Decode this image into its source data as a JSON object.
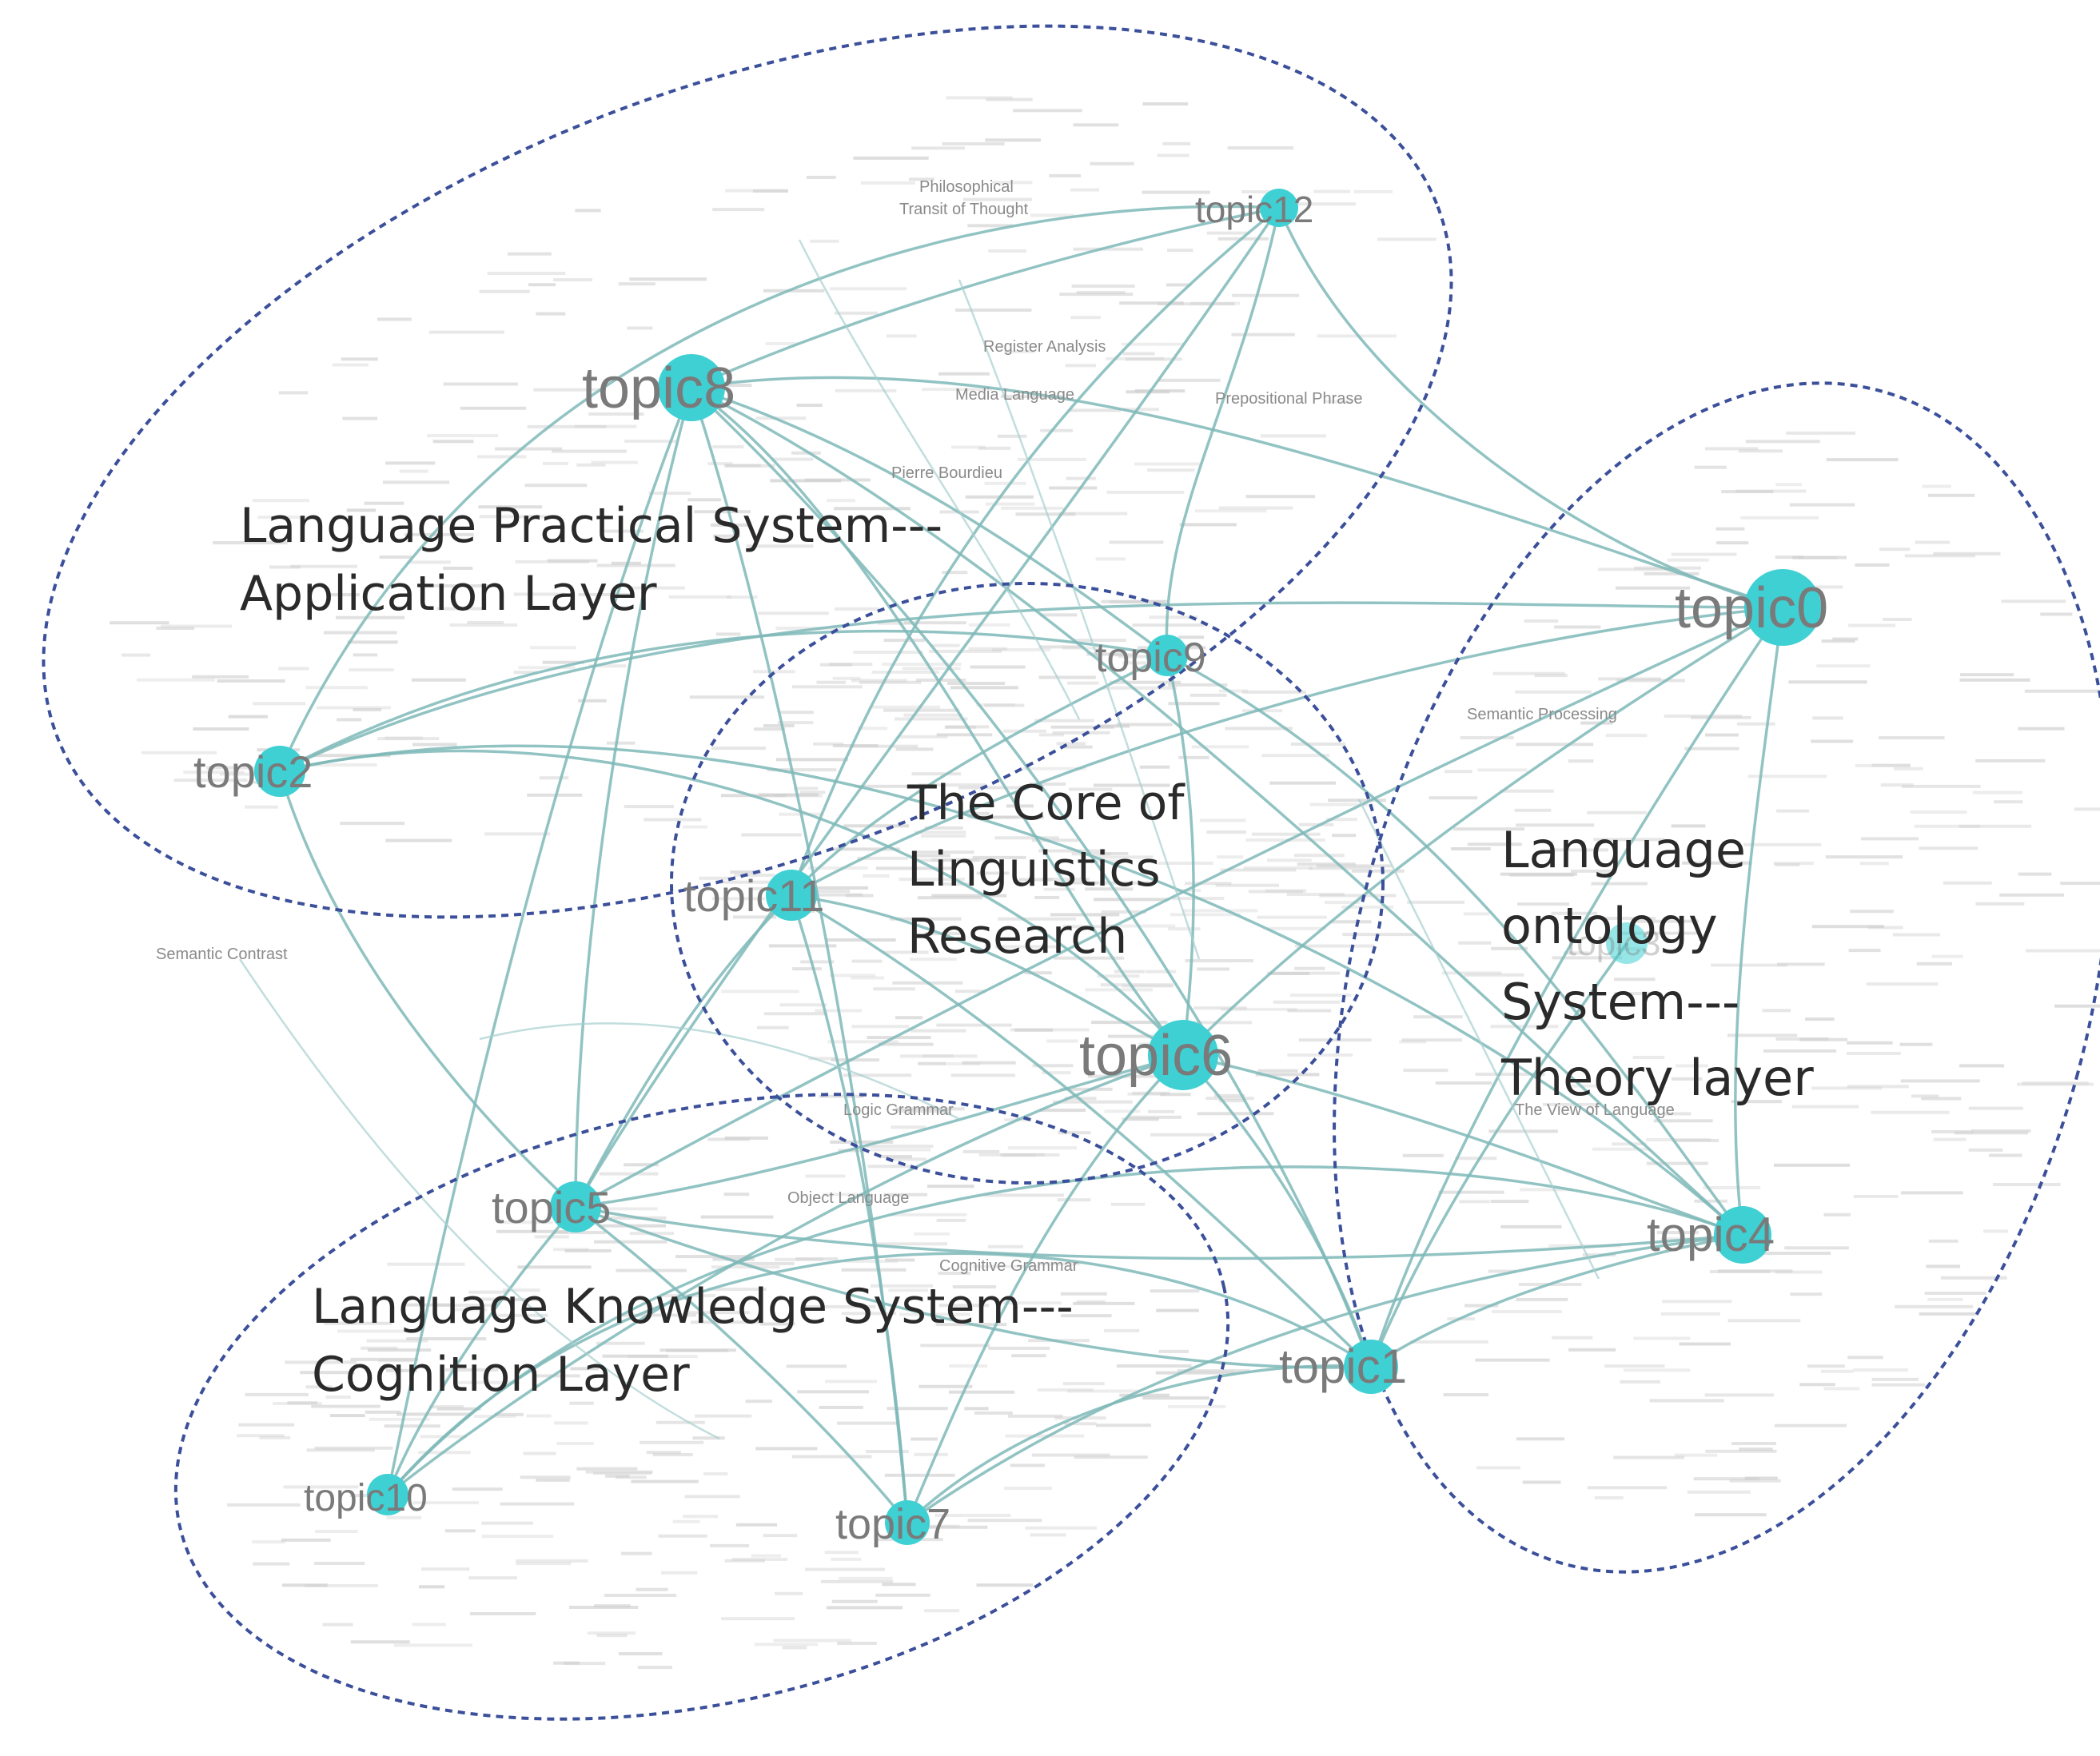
{
  "colors": {
    "node": "#3fd0d4",
    "edge": "#7fb8b8",
    "cluster_outline": "#3b4f9a",
    "topic_text": "#7a7a7a",
    "cluster_text": "#2a2a2a"
  },
  "clusters": [
    {
      "id": "practical",
      "line1": "Language Practical System---",
      "line2": "Application Layer",
      "line3": "",
      "line4": ""
    },
    {
      "id": "core",
      "line1": "The Core of",
      "line2": "Linguistics",
      "line3": "Research",
      "line4": ""
    },
    {
      "id": "ontology",
      "line1": "Language",
      "line2": "ontology",
      "line3": "System---",
      "line4": "Theory layer"
    },
    {
      "id": "knowledge",
      "line1": "Language Knowledge System---",
      "line2": "Cognition Layer",
      "line3": "",
      "line4": ""
    }
  ],
  "topics": {
    "topic0": "topic0",
    "topic1": "topic1",
    "topic2": "topic2",
    "topic4": "topic4",
    "topic5": "topic5",
    "topic6": "topic6",
    "topic7": "topic7",
    "topic8": "topic8",
    "topic9": "topic9",
    "topic10": "topic10",
    "topic11": "topic11",
    "topic12": "topic12",
    "topic3": "topic3"
  },
  "minor_labels": {
    "philosophical": "Philosophical",
    "transition_thought": "Transit of Thought",
    "media_language": "Media Language",
    "prepositional_phrase": "Prepositional Phrase",
    "pierre_bourdieu": "Pierre Bourdieu",
    "semantic_contrast": "Semantic Contrast",
    "linguistic_grammar": "Logic Grammar",
    "object_language": "Object Language",
    "cognitive_grammar": "Cognitive Grammar",
    "the_view_of_language": "The View of Language",
    "semantic_processing": "Semantic Processing",
    "register_analysis": "Register Analysis"
  }
}
